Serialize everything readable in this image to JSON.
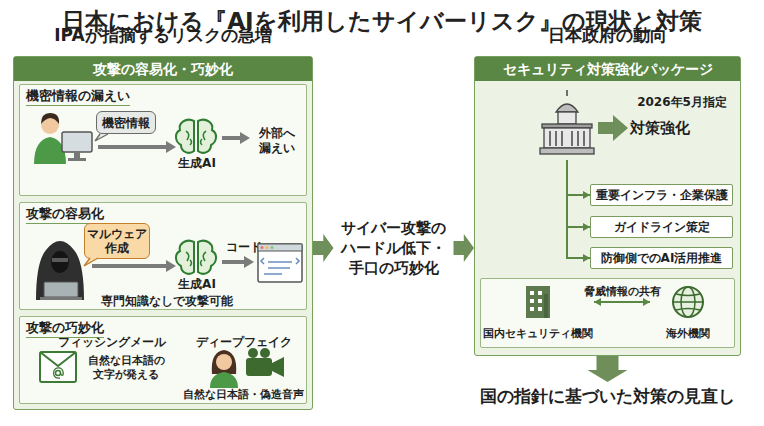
{
  "diagram": {
    "title": "日本における『AIを利用したサイバーリスク』の現状と対策",
    "nodes": [
      {
        "text": [
          "IPAが指摘するリスクの急増",
          "攻撃の容易化・巧妙化"
        ]
      },
      {
        "text": [
          "機密情報の漏えい"
        ],
        "in": 0
      },
      {
        "text": [
          "機密情報"
        ],
        "in": 1
      },
      {
        "text": [
          "攻撃の容易化"
        ],
        "in": 0
      },
      {
        "text": [
          "マルウェア 作成"
        ],
        "in": 3
      },
      {
        "text": [
          "攻撃の巧妙化"
        ],
        "in": 0
      },
      {
        "text": [
          "日本政府の動向",
          "セキュリティ対策強化パッケージ"
        ]
      },
      {
        "text": [
          "対策強化"
        ],
        "in": 6
      },
      {
        "text": [
          "重要インフラ・企業保護"
        ],
        "in": 6
      },
      {
        "text": [
          "ガイドライン策定"
        ],
        "in": 6
      },
      {
        "text": [
          "防御側でのAI活用推進"
        ],
        "in": 6
      },
      {
        "text": [],
        "in": 6
      },
      {
        "text": [
          "国内セキュリティ機関"
        ],
        "in": 11
      },
      {
        "text": [
          "海外機関"
        ],
        "in": 11
      },
      {
        "text": [
          "国の指針に基づいた対策の見直し"
        ]
      }
    ],
    "edges": [
      {
        "from": 0,
        "to": 6,
        "arrow": "to",
        "label": "サイバー攻撃の ハードル低下・ 手口の巧妙化"
      },
      {
        "from": 7,
        "to": 8,
        "arrow": "to"
      },
      {
        "from": 7,
        "to": 9,
        "arrow": "to"
      },
      {
        "from": 7,
        "to": 10,
        "arrow": "to"
      },
      {
        "from": 12,
        "to": 13,
        "arrow": "both",
        "label": "脅威情報の共有"
      },
      {
        "from": 6,
        "to": 14,
        "arrow": "to"
      }
    ],
    "labels": [
      "生成AI",
      "外部へ 漏えい",
      "生成AI",
      "コード",
      "専門知識なしで攻撃可能",
      "フィッシングメール",
      "自然な日本語の 文字が発える",
      "ディープフェイク",
      "自然な日本語・偽造音声",
      "2026年5月指定"
    ]
  }
}
